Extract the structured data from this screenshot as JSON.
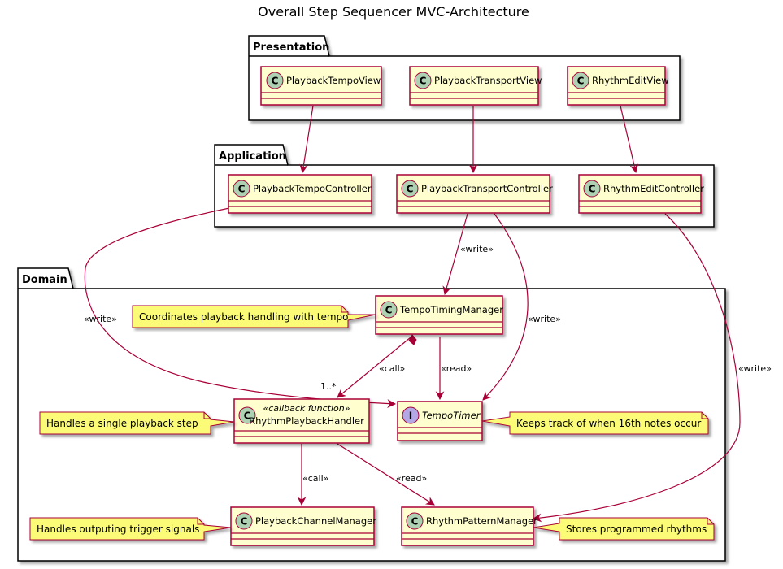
{
  "title": "Overall Step Sequencer MVC-Architecture",
  "packages": {
    "presentation": "Presentation",
    "application": "Application",
    "domain": "Domain"
  },
  "classes": {
    "playback_tempo_view": "PlaybackTempoView",
    "playback_transport_view": "PlaybackTransportView",
    "rhythm_edit_view": "RhythmEditView",
    "playback_tempo_controller": "PlaybackTempoController",
    "playback_transport_controller": "PlaybackTransportController",
    "rhythm_edit_controller": "RhythmEditController",
    "tempo_timing_manager": "TempoTimingManager",
    "tempo_timer": "TempoTimer",
    "rhythm_playback_handler": "RhythmPlaybackHandler",
    "rhythm_playback_handler_stereotype": "«callback function»",
    "playback_channel_manager": "PlaybackChannelManager",
    "rhythm_pattern_manager": "RhythmPatternManager"
  },
  "class_letters": {
    "class": "C",
    "interface": "I"
  },
  "notes": {
    "tempo_timing": "Coordinates playback handling with tempo",
    "playback_handler": "Handles a single playback step",
    "tempo_timer": "Keeps track of when 16th notes occur",
    "channel_manager": "Handles outputing trigger signals",
    "pattern_manager": "Stores programmed rhythms"
  },
  "edge_labels": {
    "write_transport_to_timing": "«write»",
    "write_tempo_to_timer": "«write»",
    "write_transport_to_timer": "«write»",
    "write_edit_to_pattern": "«write»",
    "call_timing_to_handler": "«call»",
    "multiplicity": "1..*",
    "read_timing_to_timer": "«read»",
    "call_handler_to_channel": "«call»",
    "read_handler_to_pattern": "«read»"
  },
  "colors": {
    "class_fill": "#FEFECE",
    "class_border": "#A80036",
    "edge": "#A80036",
    "note_fill": "#FBFB77",
    "class_circle": "#ADD1B2",
    "interface_circle": "#B4A7E5",
    "package_border": "#000000"
  }
}
